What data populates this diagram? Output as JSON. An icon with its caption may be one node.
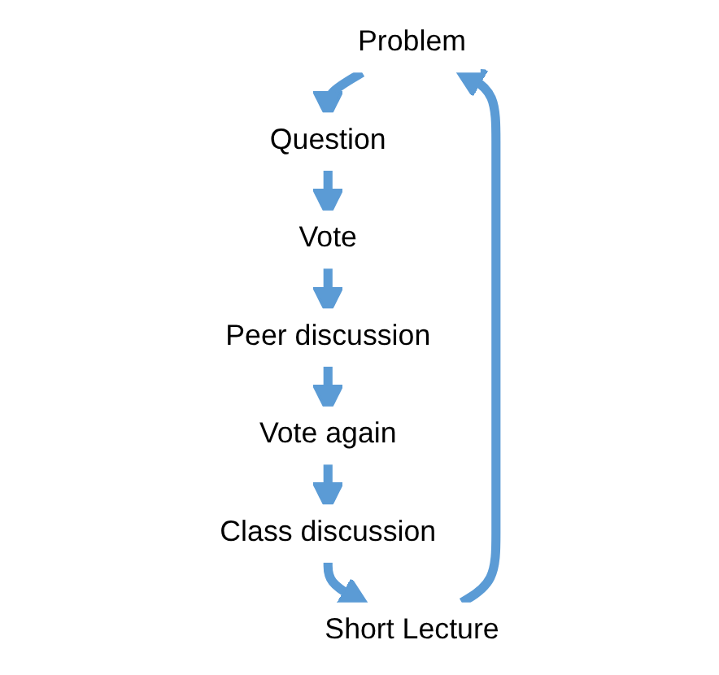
{
  "diagram": {
    "nodes": [
      {
        "text": [
          "Problem"
        ]
      },
      {
        "text": [
          "Question"
        ]
      },
      {
        "text": [
          "Vote"
        ]
      },
      {
        "text": [
          "Peer discussion"
        ]
      },
      {
        "text": [
          "Vote again"
        ]
      },
      {
        "text": [
          "Class discussion"
        ]
      },
      {
        "text": [
          "Short Lecture"
        ]
      }
    ],
    "edges": [
      {
        "from": 0,
        "to": 1,
        "arrow": "to",
        "color": "#5b9bd5"
      },
      {
        "from": 1,
        "to": 2,
        "arrow": "to",
        "color": "#5b9bd5"
      },
      {
        "from": 2,
        "to": 3,
        "arrow": "to",
        "color": "#5b9bd5"
      },
      {
        "from": 3,
        "to": 4,
        "arrow": "to",
        "color": "#5b9bd5"
      },
      {
        "from": 4,
        "to": 5,
        "arrow": "to",
        "color": "#5b9bd5"
      },
      {
        "from": 5,
        "to": 6,
        "arrow": "to",
        "color": "#5b9bd5"
      },
      {
        "from": 6,
        "to": 0,
        "arrow": "to",
        "color": "#5b9bd5"
      }
    ]
  }
}
